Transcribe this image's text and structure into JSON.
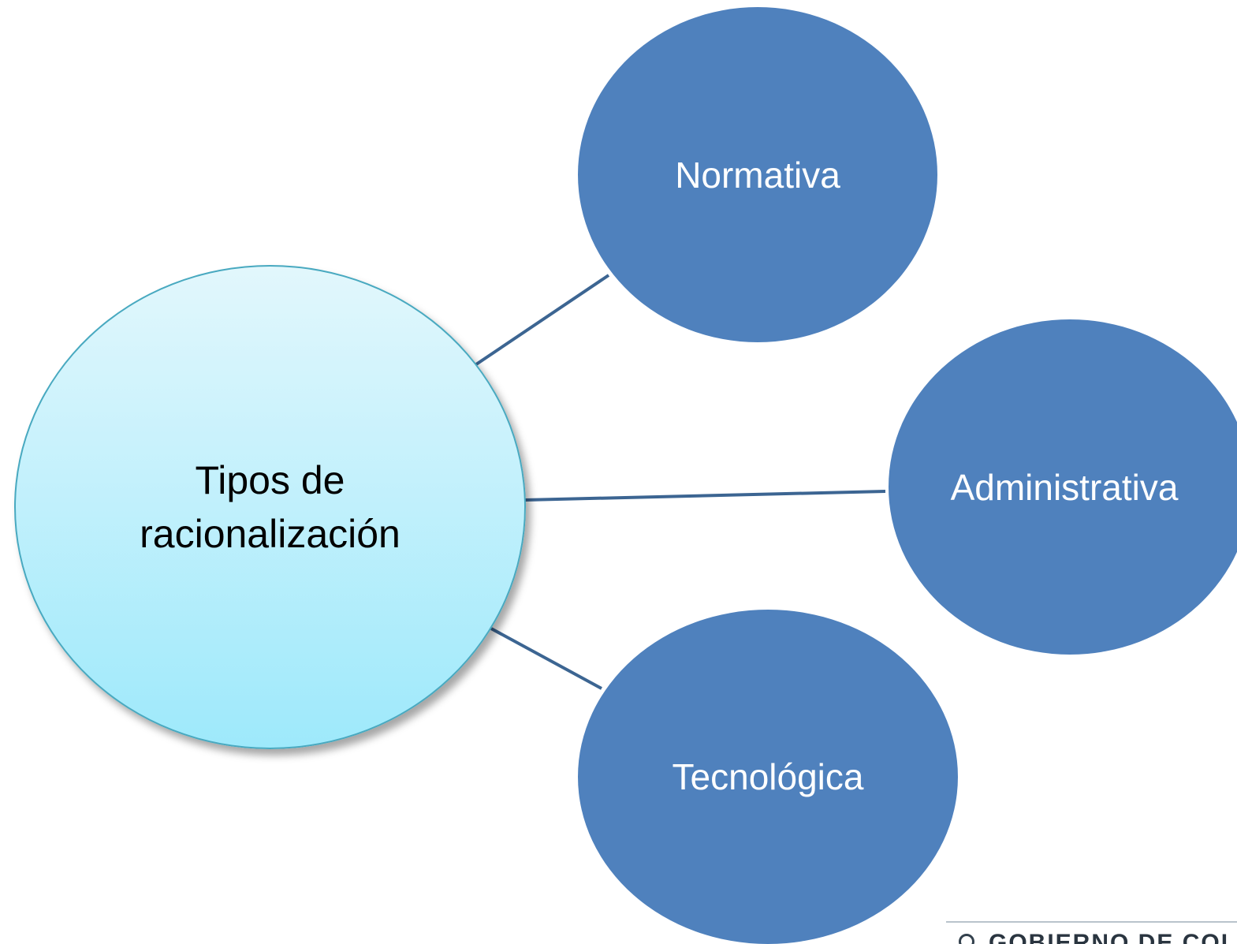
{
  "diagram": {
    "center": {
      "label_line1": "Tipos de",
      "label_line2": "racionalización"
    },
    "nodes": [
      {
        "label": "Normativa"
      },
      {
        "label": "Administrativa"
      },
      {
        "label": "Tecnológica"
      }
    ],
    "colors": {
      "node_fill": "#4f81bd",
      "center_fill_top": "#e2f7fc",
      "center_fill_bottom": "#9ee9fb",
      "connector": "#3c6592",
      "node_text": "#ffffff",
      "center_text": "#000000"
    }
  },
  "footer": {
    "text": "GOBIERNO DE COLOMBIA",
    "logo_icon": "colombia-seal-icon"
  }
}
